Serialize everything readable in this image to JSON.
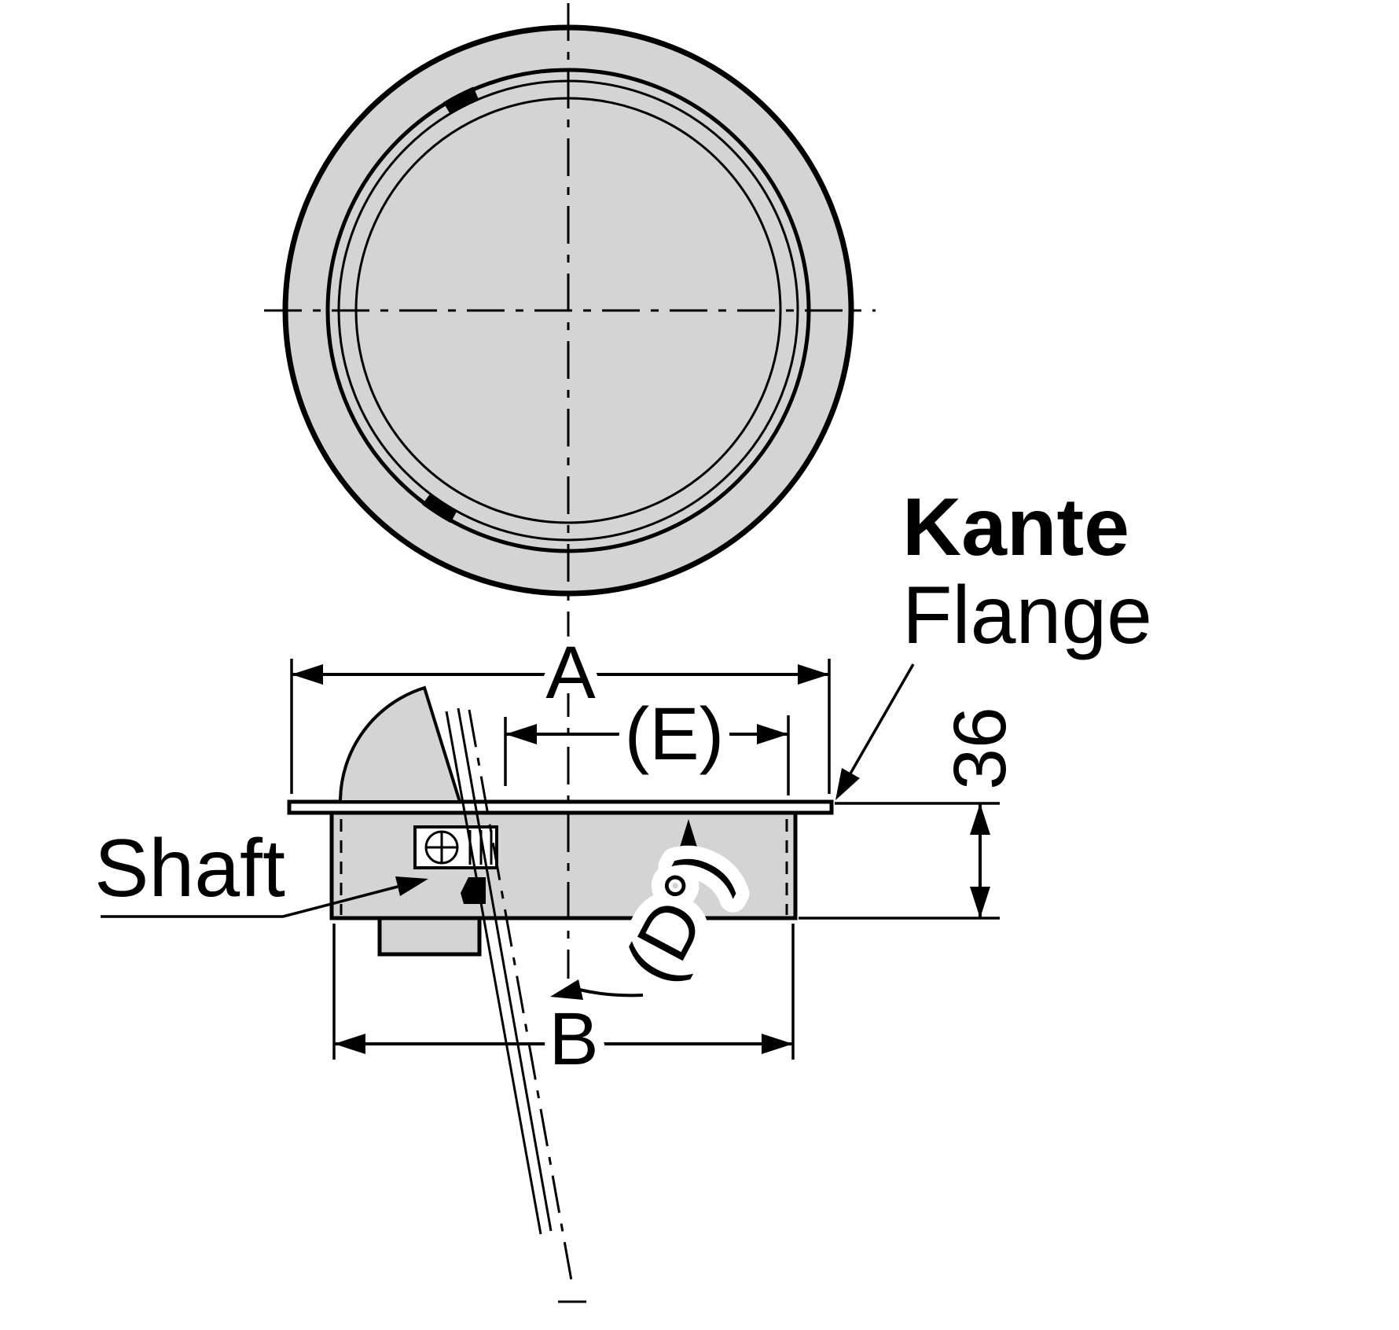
{
  "drawing": {
    "labels": {
      "kante": "Kante",
      "flange": "Flange",
      "shaft": "Shaft"
    },
    "dimensions": {
      "a": "A",
      "e": "(E)",
      "b": "B",
      "height": "36",
      "angle": "(D°)"
    },
    "colors": {
      "part_fill": "#d4d4d4",
      "line": "#000000",
      "background": "#ffffff"
    }
  }
}
